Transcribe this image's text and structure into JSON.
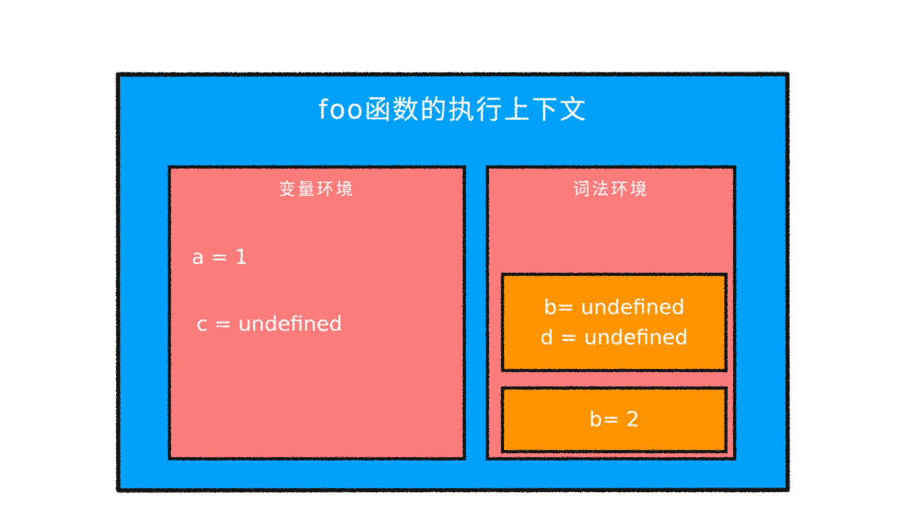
{
  "diagram": {
    "type": "execution-context",
    "title": "foo函数的执行上下文",
    "colors": {
      "context_background": "#03a0fb",
      "environment_background": "#fc7b7b",
      "block_background": "#ff9300",
      "border": "#141414",
      "text": "#ffffff"
    },
    "environments": [
      {
        "name": "variable-environment",
        "title": "变量环境",
        "bindings": [
          {
            "label": "a = 1"
          },
          {
            "label": "c = undefined"
          }
        ],
        "blocks": []
      },
      {
        "name": "lexical-environment",
        "title": "词法环境",
        "bindings": [],
        "blocks": [
          {
            "name": "outer-block",
            "lines": [
              "b= undefined",
              "d = undefined"
            ]
          },
          {
            "name": "inner-block",
            "lines": [
              "b= 2"
            ]
          }
        ]
      }
    ]
  }
}
